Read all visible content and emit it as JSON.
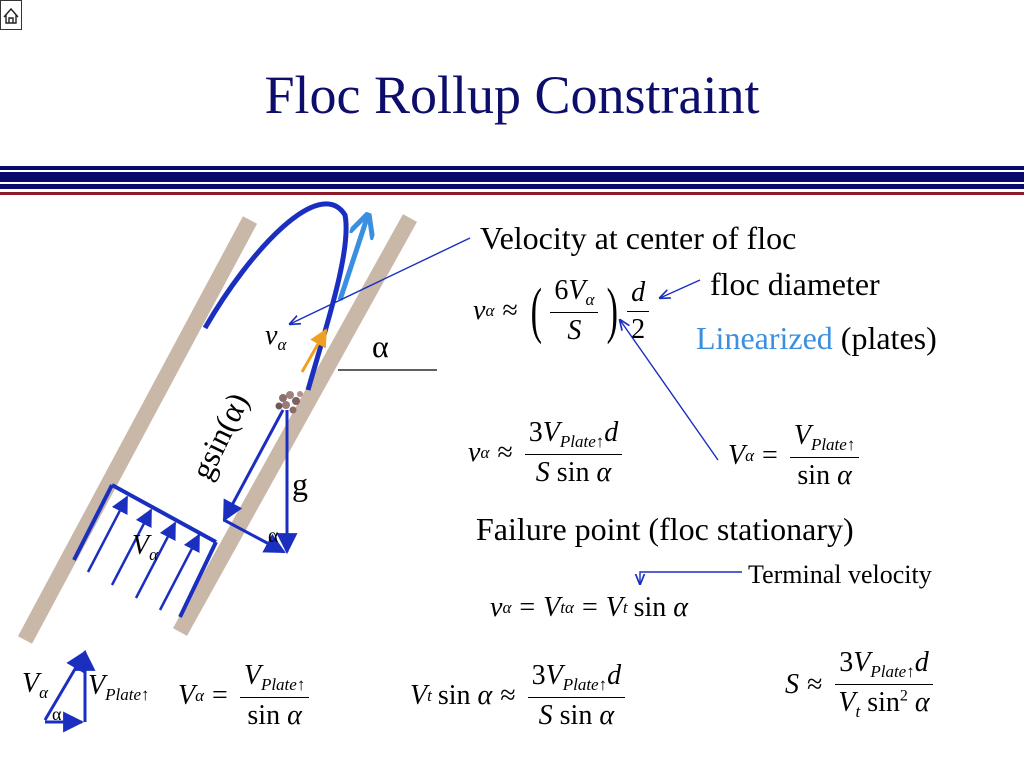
{
  "title": "Floc Rollup Constraint",
  "labels": {
    "velocity_center": "Velocity at center of floc",
    "floc_diameter": "floc diameter",
    "linearized": "Linearized",
    "plates": "(plates)",
    "failure_point": "Failure point (floc stationary)",
    "terminal_velocity": "Terminal velocity",
    "gsin": "gsin(α)",
    "g": "g",
    "alpha": "α",
    "v_alpha_sym": "v",
    "V_alpha_sym": "V"
  },
  "equations": {
    "eq1": {
      "lhs": "v",
      "lhs_sub": "α",
      "approx": "≈",
      "num": "6V",
      "num_sub": "α",
      "den": "S",
      "num2": "d",
      "den2": "2"
    },
    "eq2": {
      "lhs": "v",
      "lhs_sub": "α",
      "approx": "≈",
      "num": "3V",
      "num_sub": "Plate↑",
      "num_tail": "d",
      "den": "S sin α"
    },
    "eq3": {
      "lhs": "V",
      "lhs_sub": "α",
      "eq": "=",
      "num": "V",
      "num_sub": "Plate↑",
      "den": "sin α"
    },
    "eq4": {
      "a": "v",
      "a_sub": "α",
      "eq1": "=",
      "b": "V",
      "b_sub": "tα",
      "eq2": "=",
      "c": "V",
      "c_sub": "t",
      "tail": "sin α"
    },
    "eq5": {
      "lhs": "V",
      "lhs_sub": "α",
      "eq": "=",
      "num": "V",
      "num_sub": "Plate↑",
      "den": "sin α"
    },
    "eq6": {
      "lhs": "V",
      "lhs_sub": "t",
      "lhs_tail": "sin α",
      "approx": "≈",
      "num": "3V",
      "num_sub": "Plate↑",
      "num_tail": "d",
      "den": "S sin α"
    },
    "eq7": {
      "lhs": "S",
      "approx": "≈",
      "num": "3V",
      "num_sub": "Plate↑",
      "num_tail": "d",
      "den": "V",
      "den_sub": "t",
      "den_tail": "sin",
      "den_sup": "2",
      "den_end": "α"
    }
  },
  "triangle": {
    "v_label": "V",
    "v_sub": "α",
    "plate_label": "V",
    "plate_sub": "Plate↑",
    "alpha": "α"
  },
  "colors": {
    "title": "#0d0d6b",
    "bar_dark": "#0a0a6e",
    "bar_red": "#8b1a2b",
    "plate": "#c9b8a8",
    "arrow_blue": "#1a2fc0",
    "arrow_light": "#3a8fe0",
    "arrow_orange": "#f0a020"
  },
  "icons": {
    "home": "home-icon",
    "floc": "floc-icon"
  }
}
